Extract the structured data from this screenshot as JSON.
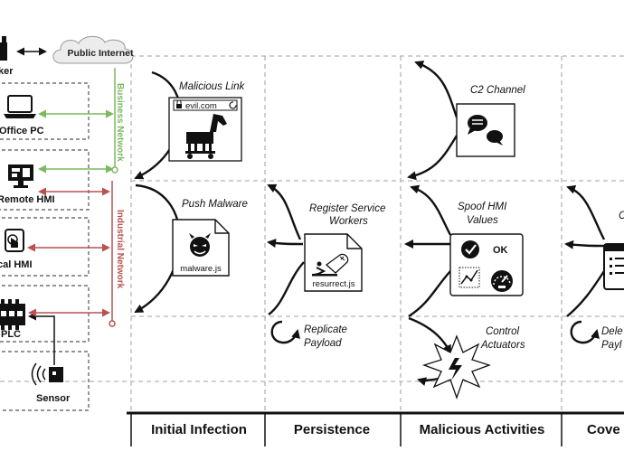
{
  "network": {
    "public_internet": "Public Internet",
    "business_network": "Business Network",
    "industrial_network": "Industrial Network"
  },
  "devices": {
    "attacker": "ker",
    "office_pc": "Office PC",
    "remote_hmi": "Remote HMI",
    "local_hmi": "cal HMI",
    "plc": "PLC",
    "sensor": "Sensor"
  },
  "steps": {
    "malicious_link": "Malicious Link",
    "url": "evil.com",
    "push_malware": "Push Malware",
    "malware_file": "malware.js",
    "register_sw_1": "Register Service",
    "register_sw_2": "Workers",
    "resurrect_file": "resurrect.js",
    "replicate_1": "Replicate",
    "replicate_2": "Payload",
    "c2_channel": "C2 Channel",
    "spoof_1": "Spoof HMI",
    "spoof_2": "Values",
    "ok": "OK",
    "control_1": "Control",
    "control_2": "Actuators",
    "covert_c": "C",
    "delete_1": "Dele",
    "delete_2": "Payl"
  },
  "stages": [
    "Initial Infection",
    "Persistence",
    "Malicious Activities",
    "Cove"
  ],
  "colors": {
    "business": "#7cb85f",
    "industrial": "#b7524f",
    "dashed_grid": "#b5b5b5"
  }
}
